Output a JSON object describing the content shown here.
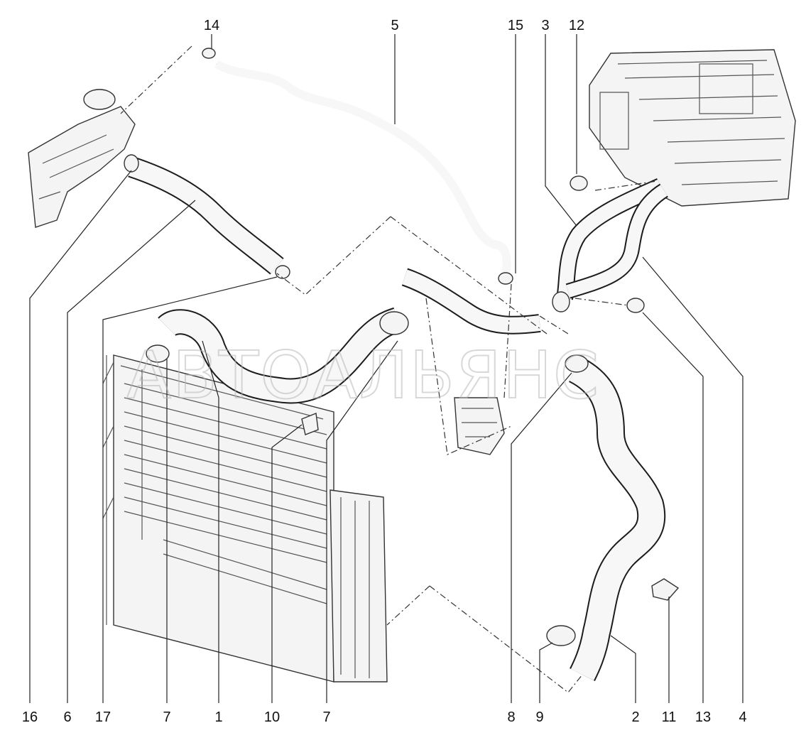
{
  "watermark": "АВТОАЛЬЯНС",
  "callouts": {
    "top": [
      "14",
      "5",
      "15",
      "3",
      "12"
    ],
    "bottom": [
      "16",
      "6",
      "17",
      "7",
      "1",
      "10",
      "7",
      "8",
      "9",
      "2",
      "11",
      "13",
      "4"
    ]
  },
  "colors": {
    "line": "#1c1c1c",
    "watermark": "#b9b9b9",
    "background": "#ffffff"
  }
}
